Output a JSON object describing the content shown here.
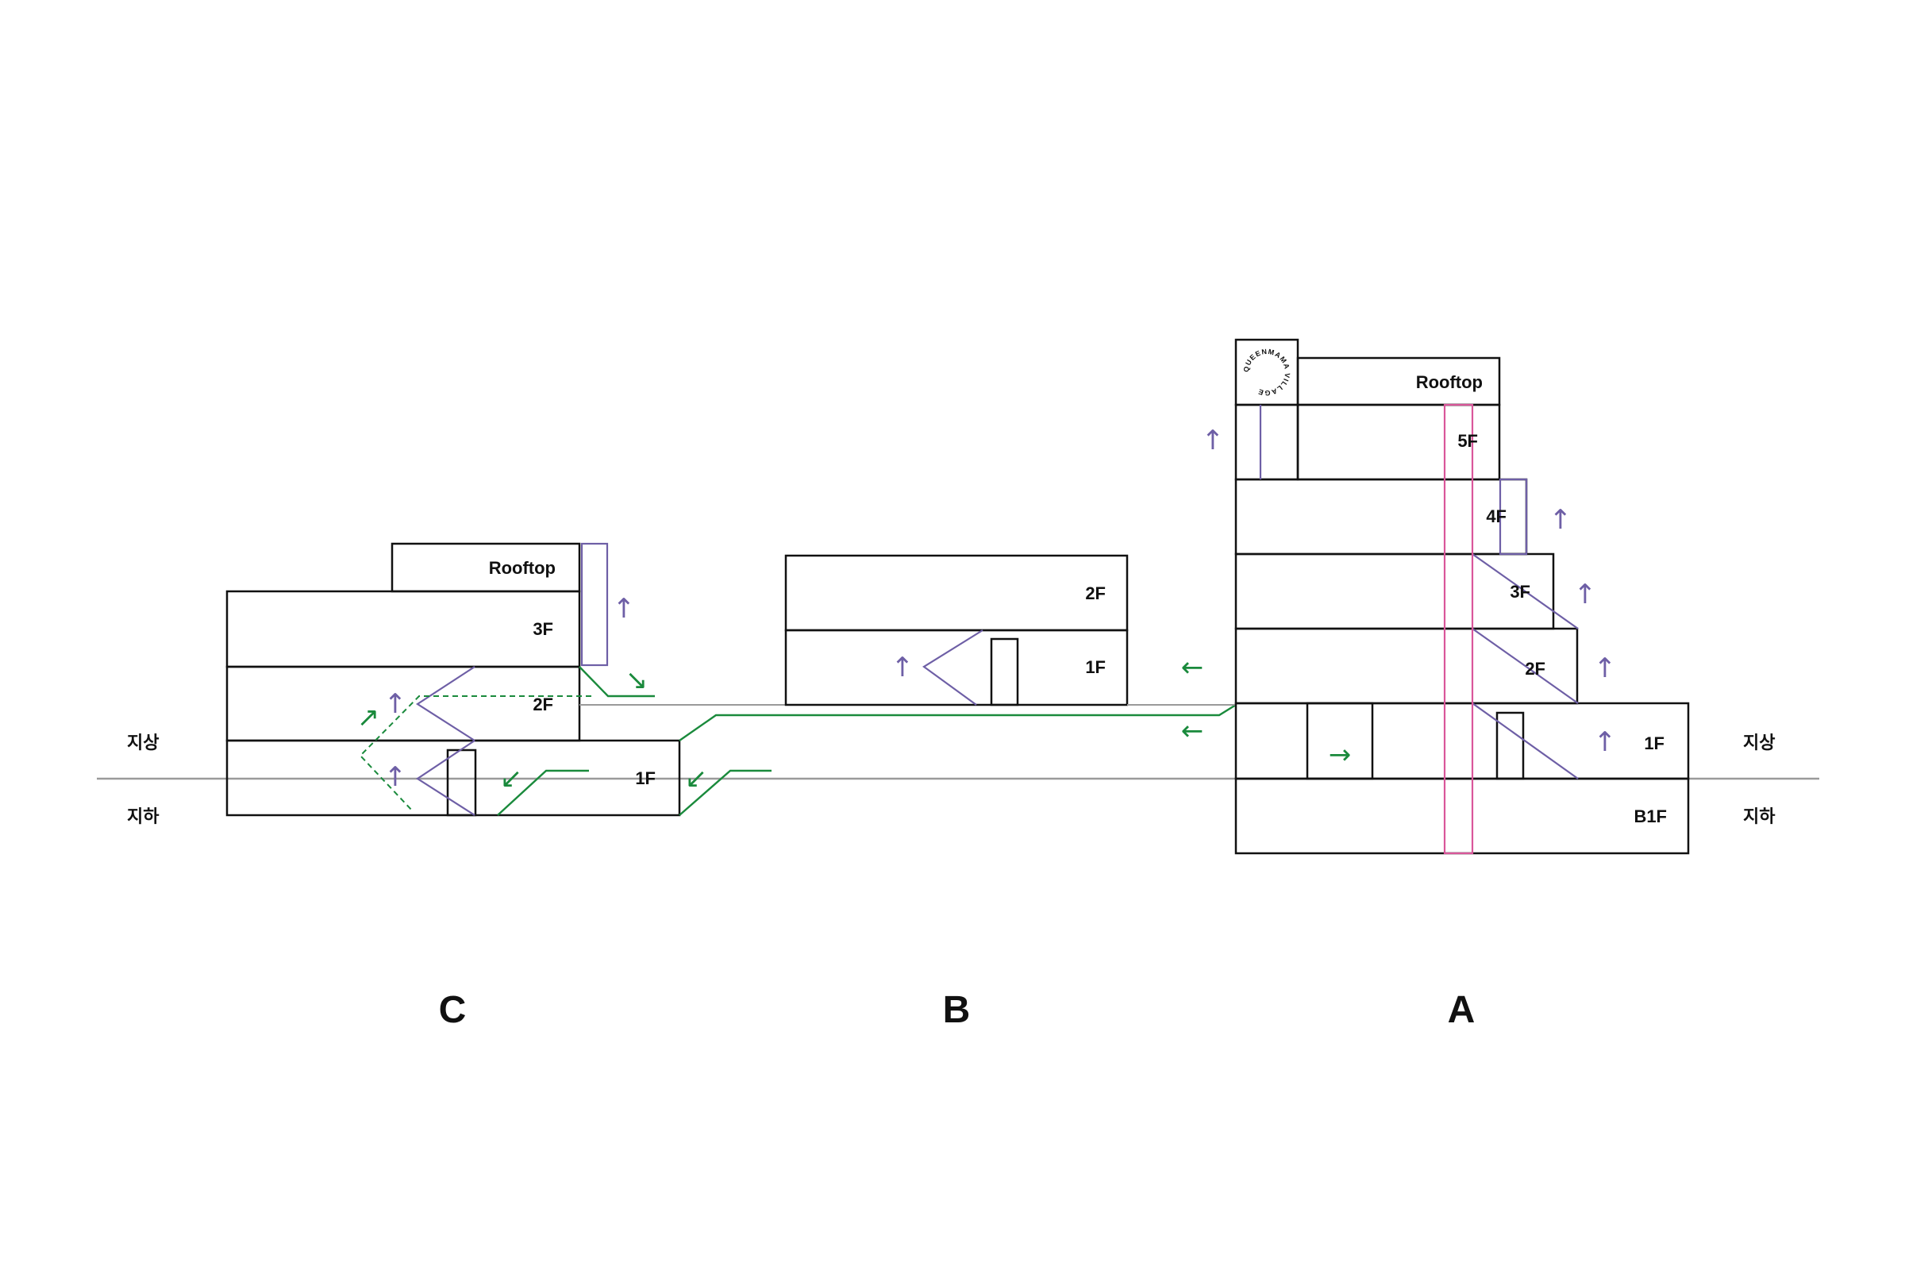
{
  "labels": {
    "above_ground": "지상",
    "below_ground": "지하"
  },
  "buildings": {
    "A": {
      "name": "A",
      "floors": {
        "b1f": "B1F",
        "f1": "1F",
        "f2": "2F",
        "f3": "3F",
        "f4": "4F",
        "f5": "5F",
        "rooftop": "Rooftop"
      },
      "logo_text": "QUEENMAMA VILLAGE"
    },
    "B": {
      "name": "B",
      "floors": {
        "f1": "1F",
        "f2": "2F"
      }
    },
    "C": {
      "name": "C",
      "floors": {
        "f1": "1F",
        "f2": "2F",
        "f3": "3F",
        "rooftop": "Rooftop"
      }
    }
  },
  "colors": {
    "outline": "#111111",
    "vertical_circulation": "#6e5fa6",
    "elevator_core": "#d9569a",
    "pedestrian_route": "#1a8a3c",
    "ground_line": "#9a9a9a"
  },
  "icons": {
    "up_arrow": "up-arrow-icon",
    "left_arrow": "left-arrow-icon",
    "right_arrow": "right-arrow-icon",
    "down_right_arrow": "down-right-arrow-icon",
    "down_left_arrow": "down-left-arrow-icon",
    "up_right_arrow": "up-right-arrow-icon"
  }
}
